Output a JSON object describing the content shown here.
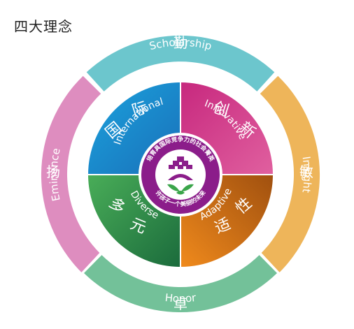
{
  "page_title": "四大理念",
  "colors": {
    "scholarship": "#6cc6cd",
    "insight": "#eeb55a",
    "honor": "#73c199",
    "eminence": "#de8dbf",
    "international": "#1f8fd0",
    "innovative": "#d23c8a",
    "diverse": "#2f9a52",
    "adaptive": "#e07f1a",
    "emblem": "#8b1d8a"
  },
  "outer_ring": {
    "top": {
      "char": "勤",
      "label": "Scholarship"
    },
    "right": {
      "char": "敏",
      "label": "Insight"
    },
    "bottom": {
      "char": "卓",
      "label": "Honor"
    },
    "left": {
      "char": "扬",
      "label": "Eminence"
    }
  },
  "inner_quadrants": {
    "top_left": {
      "label": "International",
      "char1": "国",
      "char2": "际"
    },
    "top_right": {
      "label": "Innovative",
      "char1": "创",
      "char2": "新"
    },
    "bottom_left": {
      "label": "Diverse",
      "char1": "多",
      "char2": "元"
    },
    "bottom_right": {
      "label": "Adaptive",
      "char1": "适",
      "char2": "性"
    }
  },
  "emblem": {
    "top_text": "培育具国际竞争力的社会菁英",
    "bottom_text": "许孩子一个美丽的未来"
  }
}
